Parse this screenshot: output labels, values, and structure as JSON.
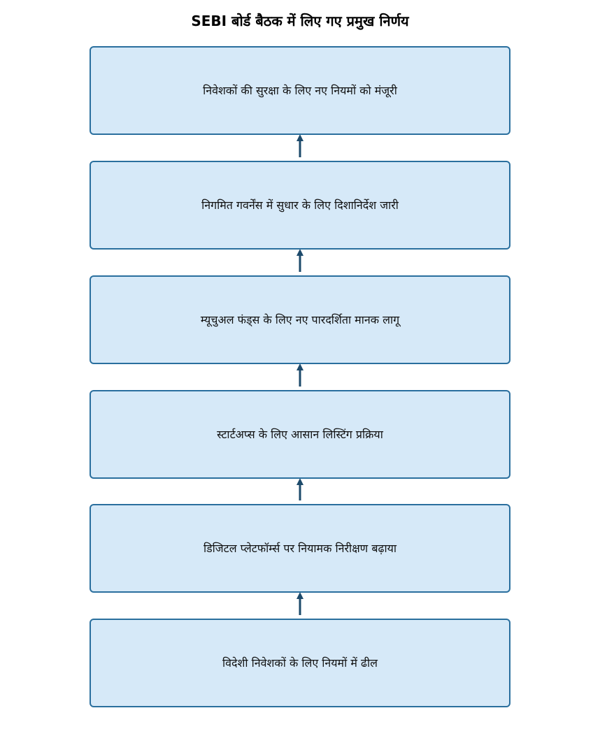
{
  "title": "SEBI बोर्ड बैठक में लिए गए प्रमुख निर्णय",
  "steps": [
    {
      "text": "निवेशकों की सुरक्षा के लिए नए नियमों को मंजूरी"
    },
    {
      "text": "निगमित गवर्नेंस में सुधार के लिए दिशानिर्देश जारी"
    },
    {
      "text": "म्यूचुअल फंड्स के लिए नए पारदर्शिता मानक लागू"
    },
    {
      "text": "स्टार्टअप्स के लिए आसान लिस्टिंग प्रक्रिया"
    },
    {
      "text": "डिजिटल प्लेटफॉर्म्स पर नियामक निरीक्षण बढ़ाया"
    },
    {
      "text": "विदेशी निवेशकों के लिए नियमों में ढील"
    }
  ],
  "colors": {
    "box_fill": "#d6e9f8",
    "box_border": "#2a6f9e",
    "arrow": "#1d4a6b"
  }
}
